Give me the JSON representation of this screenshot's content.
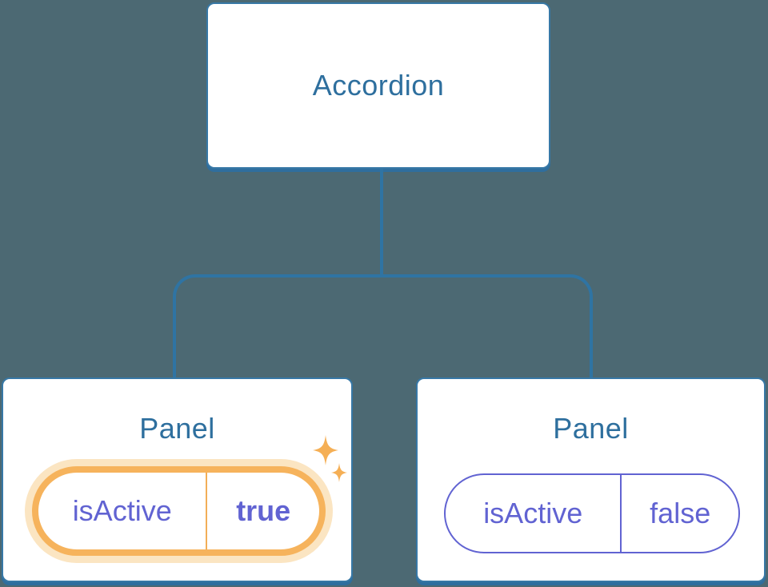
{
  "diagram": {
    "root": {
      "label": "Accordion"
    },
    "panels": [
      {
        "label": "Panel",
        "state_key": "isActive",
        "state_value": "true",
        "highlighted": true
      },
      {
        "label": "Panel",
        "state_key": "isActive",
        "state_value": "false",
        "highlighted": false
      }
    ]
  },
  "icons": {
    "sparkles": "sparkles-icon"
  },
  "colors": {
    "background": "#4C6973",
    "node_fill": "#FFFFFF",
    "node_border_blue": "#3778A6",
    "node_bottom_edge_blue": "#2F6E9E",
    "node_text_blue": "#2E6F9E",
    "connector_blue": "#2F74A3",
    "state_text_purple": "#6163D2",
    "inactive_pill_border_purple": "#6163D2",
    "active_pill_border_orange": "#F6B35C",
    "active_pill_halo": "#FBE5C2",
    "sparkle_orange": "#F5AF55"
  }
}
